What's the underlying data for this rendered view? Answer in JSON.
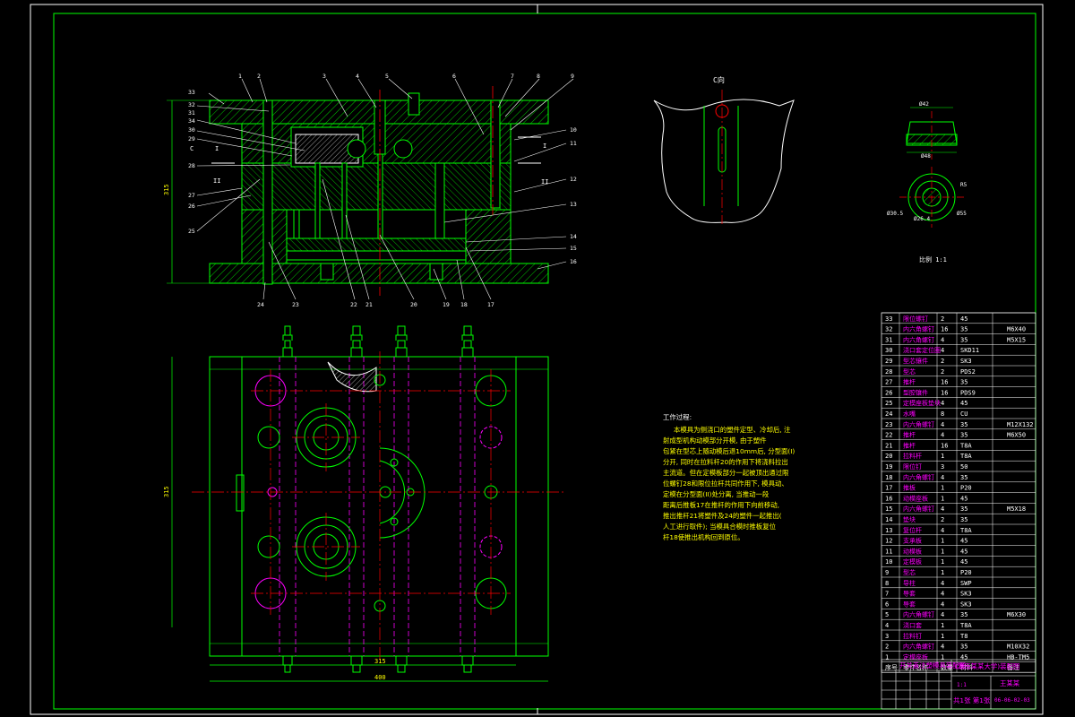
{
  "drawing": {
    "view_label_c": "C向",
    "section_label": "比例 1:1",
    "dim_height_left": "315",
    "dim_height_plan": "315",
    "dim_width_inner": "315",
    "dim_width_outer": "400",
    "dim_d48": "Ø48",
    "dim_d42": "Ø42",
    "dim_r5": "R5",
    "dim_d55": "Ø55",
    "dim_d30": "Ø30.5",
    "dim_d24": "Ø26.4",
    "label_c_arrow": "C",
    "label_I": "I",
    "label_II": "II",
    "leaders_top": [
      "33",
      "1",
      "2",
      "3",
      "4",
      "5",
      "6",
      "7",
      "8",
      "9"
    ],
    "leaders_left": [
      "32",
      "31",
      "34",
      "30",
      "29",
      "28",
      "27",
      "26",
      "25"
    ],
    "leaders_right": [
      "10",
      "11",
      "12",
      "13",
      "14",
      "15",
      "16"
    ],
    "leaders_bottom": [
      "24",
      "23",
      "22",
      "21",
      "20",
      "19",
      "18",
      "17"
    ]
  },
  "notes": {
    "title": "工作过程:",
    "lines": [
      "本模具为侧浇口的塑件定型、冷却后, 注",
      "射成型机构动模部分开模, 由于塑件",
      "包紧在型芯上随动模后退10mm后, 分型面(I)",
      "分开, 同时在拉料杆20的作用下将浇料拉出",
      "主流道。但在定模板部分一起被顶出通过限",
      "位螺钉28和限位拉杆共同作用下, 模具动、",
      "定模在分型面(II)处分离, 当推动一段",
      "距离后推板17在推杆的作用下向前移动,",
      "推出推杆21将塑件及24的塑件一起推出(",
      "人工进行取件); 当模具合模时推板复位",
      "杆18使推出机构回到原位。"
    ]
  },
  "bom": {
    "rows": [
      [
        "33",
        "限位螺钉",
        "2",
        "45",
        ""
      ],
      [
        "32",
        "内六角螺钉",
        "16",
        "35",
        "M6X40"
      ],
      [
        "31",
        "内六角螺钉",
        "4",
        "35",
        "M5X15"
      ],
      [
        "30",
        "浇口套定位圈",
        "4",
        "SKD11",
        ""
      ],
      [
        "29",
        "型芯镶件",
        "2",
        "SK3",
        ""
      ],
      [
        "28",
        "型芯",
        "2",
        "PDS2",
        ""
      ],
      [
        "27",
        "推杆",
        "16",
        "35",
        ""
      ],
      [
        "26",
        "型腔镶件",
        "16",
        "PDS9",
        ""
      ],
      [
        "25",
        "定模座板垫块",
        "4",
        "45",
        ""
      ],
      [
        "24",
        "水嘴",
        "8",
        "CU",
        ""
      ],
      [
        "23",
        "内六角螺钉",
        "4",
        "35",
        "M12X132"
      ],
      [
        "22",
        "推杆",
        "4",
        "35",
        "M6X50"
      ],
      [
        "21",
        "推杆",
        "16",
        "T8A",
        ""
      ],
      [
        "20",
        "拉料杆",
        "1",
        "T8A",
        ""
      ],
      [
        "19",
        "限位钉",
        "3",
        "50",
        ""
      ],
      [
        "18",
        "内六角螺钉",
        "4",
        "35",
        ""
      ],
      [
        "17",
        "推板",
        "1",
        "P20",
        ""
      ],
      [
        "16",
        "动模座板",
        "1",
        "45",
        ""
      ],
      [
        "15",
        "内六角螺钉",
        "4",
        "35",
        "M5X18"
      ],
      [
        "14",
        "垫块",
        "2",
        "35",
        ""
      ],
      [
        "13",
        "复位杆",
        "4",
        "T8A",
        ""
      ],
      [
        "12",
        "支承板",
        "1",
        "45",
        ""
      ],
      [
        "11",
        "动模板",
        "1",
        "45",
        ""
      ],
      [
        "10",
        "定模板",
        "1",
        "45",
        ""
      ],
      [
        "9",
        "型芯",
        "1",
        "P20",
        ""
      ],
      [
        "8",
        "导柱",
        "4",
        "SWP",
        ""
      ],
      [
        "7",
        "导套",
        "4",
        "SK3",
        ""
      ],
      [
        "6",
        "导套",
        "4",
        "SK3",
        ""
      ],
      [
        "5",
        "内六角螺钉",
        "4",
        "35",
        "M6X30"
      ],
      [
        "4",
        "浇口套",
        "1",
        "T8A",
        ""
      ],
      [
        "3",
        "拉料钉",
        "1",
        "T8",
        ""
      ],
      [
        "2",
        "内六角螺钉",
        "4",
        "35",
        "M10X32"
      ],
      [
        "1",
        "定模座板",
        "1",
        "45",
        "HB-TM5"
      ]
    ],
    "header": [
      "序号",
      "零件名称",
      "数量",
      "材料",
      "备注"
    ]
  },
  "title_block": {
    "drawing_title": "开关盖注塑模具装配图",
    "school": "(湖南某某大学)装配图",
    "designer_stamp": "王某某",
    "drawing_no": "06-06-02-03",
    "scale": "1:1",
    "sheet": "共1张 第1张"
  },
  "colors": {
    "background": "#000000",
    "lines": "#00ff00",
    "center": "#ff0000",
    "text": "#ffffff",
    "hidden": "#ff00ff",
    "leader": "#ffffff",
    "yellow": "#ffff00",
    "frame_border": "#ffffff",
    "outline": "#00ff00"
  }
}
